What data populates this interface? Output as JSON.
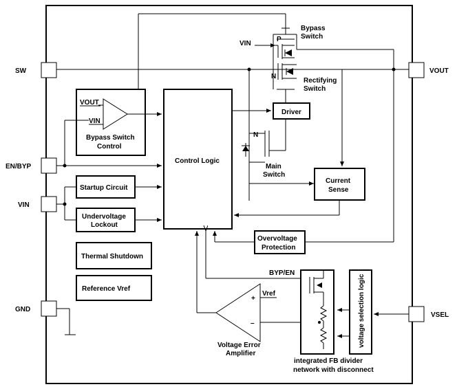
{
  "pins": {
    "sw": "SW",
    "en_byp": "EN/BYP",
    "vin": "VIN",
    "gnd": "GND",
    "vout": "VOUT",
    "vsel": "VSEL"
  },
  "blocks": {
    "bypass_control": "Bypass Switch Control",
    "bypass_control_line1": "Bypass Switch",
    "bypass_control_line2": "Control",
    "comp_vout": "VOUT",
    "comp_vin": "VIN",
    "control_logic": "Control Logic",
    "startup": "Startup Circuit",
    "uvlo_line1": "Undervoltage",
    "uvlo_line2": "Lockout",
    "thermal": "Thermal Shutdown",
    "vref_block": "Reference Vref",
    "driver": "Driver",
    "current_sense_line1": "Current",
    "current_sense_line2": "Sense",
    "ovp_line1": "Overvoltage",
    "ovp_line2": "Protection",
    "vsel_logic": "voltage selection logic"
  },
  "labels": {
    "bypass_switch_line1": "Bypass",
    "bypass_switch_line2": "Switch",
    "rect_switch_line1": "Rectifying",
    "rect_switch_line2": "Switch",
    "main_switch_line1": "Main",
    "main_switch_line2": "Switch",
    "vin_top": "VIN",
    "p_label": "P",
    "n_rect_label": "N",
    "n_main_label": "N",
    "byp_en": "BYP/EN",
    "vref_in": "Vref",
    "plus": "+",
    "minus": "–",
    "amp_line1": "Voltage Error",
    "amp_line2": "Amplifier",
    "fb_line1": "integrated FB divider",
    "fb_line2": "network with disconnect"
  }
}
